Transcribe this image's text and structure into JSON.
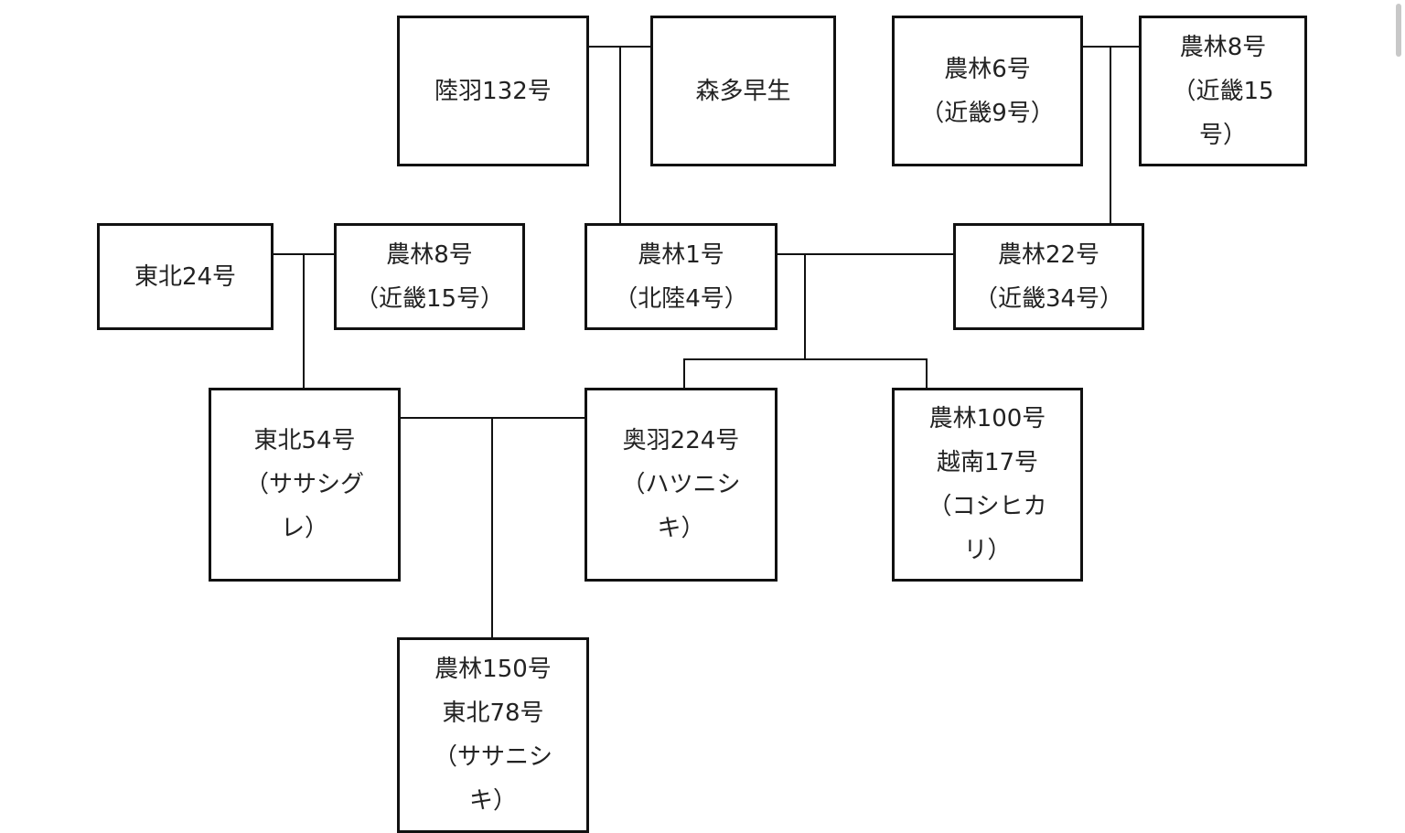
{
  "nodes": [
    {
      "id": "rikuu132",
      "lines": [
        "陸羽132号"
      ]
    },
    {
      "id": "morita-wase",
      "lines": [
        "森多早生"
      ]
    },
    {
      "id": "norin6",
      "lines": [
        "農林6号",
        "（近畿9号）"
      ]
    },
    {
      "id": "norin8-top",
      "lines": [
        "農林8号",
        "（近畿15",
        "号）"
      ]
    },
    {
      "id": "tohoku24",
      "lines": [
        "東北24号"
      ]
    },
    {
      "id": "norin8-mid",
      "lines": [
        "農林8号",
        "（近畿15号）"
      ]
    },
    {
      "id": "norin1",
      "lines": [
        "農林1号",
        "（北陸4号）"
      ]
    },
    {
      "id": "norin22",
      "lines": [
        "農林22号",
        "（近畿34号）"
      ]
    },
    {
      "id": "tohoku54",
      "lines": [
        "東北54号",
        "（ササシグ",
        "レ）"
      ]
    },
    {
      "id": "ou224",
      "lines": [
        "奥羽224号",
        "（ハツニシ",
        "キ）"
      ]
    },
    {
      "id": "norin100",
      "lines": [
        "農林100号",
        "越南17号",
        "（コシヒカ",
        "リ）"
      ]
    },
    {
      "id": "norin150",
      "lines": [
        "農林150号",
        "東北78号",
        "（ササニシ",
        "キ）"
      ]
    }
  ],
  "edges": [
    {
      "parents": [
        "rikuu132",
        "morita-wase"
      ],
      "child": "norin1"
    },
    {
      "parents": [
        "norin6",
        "norin8-top"
      ],
      "child": "norin22"
    },
    {
      "parents": [
        "tohoku24",
        "norin8-mid"
      ],
      "child": "tohoku54"
    },
    {
      "parents": [
        "norin1",
        "norin22"
      ],
      "children": [
        "ou224",
        "norin100"
      ]
    },
    {
      "parents": [
        "tohoku54",
        "ou224"
      ],
      "child": "norin150"
    }
  ]
}
